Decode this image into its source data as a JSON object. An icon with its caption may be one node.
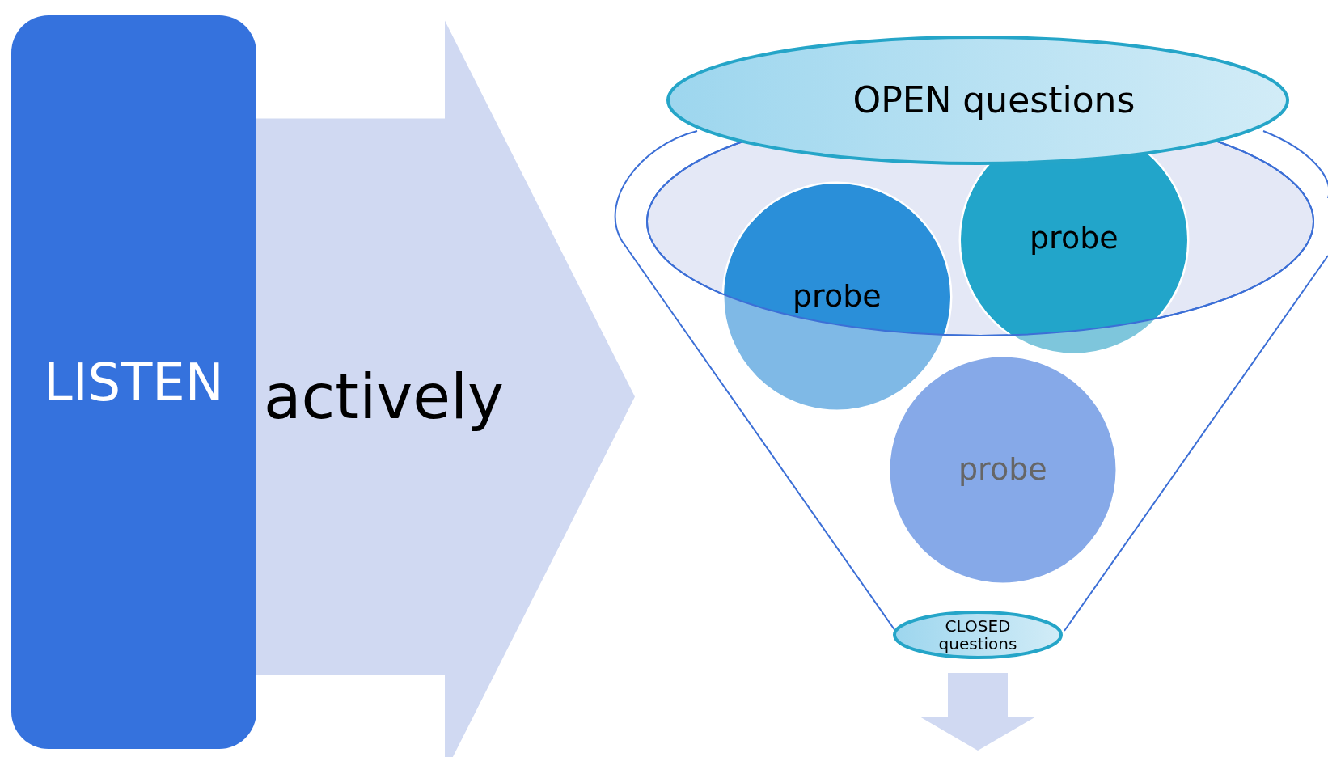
{
  "diagram": {
    "nodes": [
      {
        "text": [
          "LISTEN"
        ]
      },
      {
        "text": [],
        "shape": "funnel"
      },
      {
        "text": [
          "OPEN questions"
        ]
      },
      {
        "text": [
          "probe"
        ],
        "in": 1
      },
      {
        "text": [
          "probe"
        ],
        "in": 1
      },
      {
        "text": [
          "probe"
        ],
        "in": 1
      },
      {
        "text": [
          "CLOSED questions"
        ]
      }
    ],
    "edges": [
      {
        "from": 0,
        "to": 1,
        "arrow": "to",
        "label": "actively"
      },
      {
        "from": 6,
        "to": null,
        "arrow": "to"
      }
    ]
  }
}
